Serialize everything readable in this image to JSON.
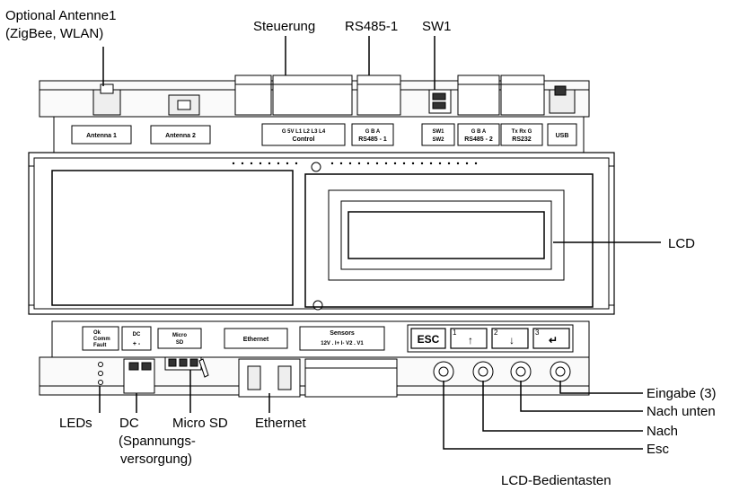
{
  "callouts": {
    "antenna_line1": "Optional Antenne1",
    "antenna_line2": "(ZigBee, WLAN)",
    "steuerung": "Steuerung",
    "rs485_1": "RS485-1",
    "sw1": "SW1",
    "lcd": "LCD",
    "eingabe": "Eingabe (3)",
    "nach_unten": "Nach unten",
    "nach": "Nach",
    "esc": "Esc",
    "leds": "LEDs",
    "dc_line1": "DC",
    "dc_line2": "(Spannungs-",
    "dc_line3": "versorgung)",
    "micro_sd": "Micro SD",
    "ethernet": "Ethernet",
    "lcd_keys": "LCD-Bedientasten"
  },
  "top_labels": {
    "antenna1": "Antenna 1",
    "antenna2": "Antenna 2",
    "control_pins": "G   5V  L1  L2  L3  L4",
    "control": "Control",
    "rs485_1_pins": "G   B   A",
    "rs485_1": "RS485 - 1",
    "sw1": "SW1",
    "sw2": "SW2",
    "rs485_2_pins": "G   B   A",
    "rs485_2": "RS485 - 2",
    "rs232_pins": "Tx  Rx  G",
    "rs232": "RS232",
    "usb": "USB"
  },
  "bottom_labels": {
    "led_ok": "Ok",
    "led_comm": "Comm",
    "led_fault": "Fault",
    "dc": "DC",
    "dc_pins": "+   -",
    "micro": "Micro",
    "sd": "SD",
    "ethernet": "Ethernet",
    "sensors": "Sensors",
    "sensor_pins": "12V    .    I+    I-    V2    .    V1"
  },
  "keys": {
    "esc": "ESC",
    "up_num": "1",
    "up_arrow": "↑",
    "down_num": "2",
    "down_arrow": "↓",
    "enter_num": "3",
    "enter_arrow": "↵"
  },
  "colors": {
    "stroke": "#000000",
    "body_fill": "#ffffff",
    "panel_fill": "#f2f2f2",
    "dark_fill": "#2a2a2a"
  }
}
